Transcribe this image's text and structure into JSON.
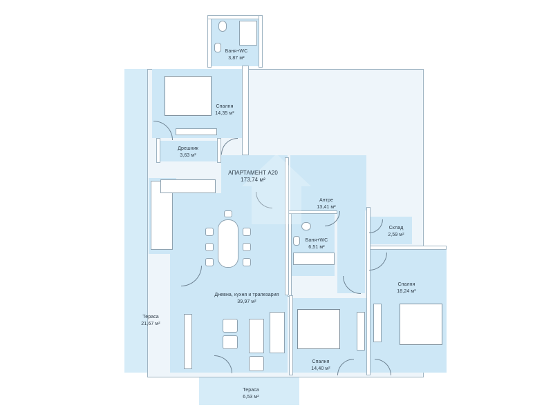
{
  "plan": {
    "title": "АПАРТАМЕНТ А20",
    "total_area": "173,74 м²",
    "colors": {
      "room_fill": "#cde7f6",
      "terrace_fill": "#d6ecf8",
      "wall": "#ffffff",
      "wall_stroke": "#9fb4c2",
      "label": "#2f3c48"
    }
  },
  "rooms": [
    {
      "id": "bath1",
      "name": "Баня+WC",
      "area": "3,87 м²"
    },
    {
      "id": "bedroom1",
      "name": "Спалня",
      "area": "14,35 м²"
    },
    {
      "id": "wardrobe",
      "name": "Дрешник",
      "area": "3,63 м²"
    },
    {
      "id": "hall",
      "name": "Антре",
      "area": "13,41 м²"
    },
    {
      "id": "bath2",
      "name": "Баня+WC",
      "area": "6,51 м²"
    },
    {
      "id": "storage",
      "name": "Склад",
      "area": "2,59 м²"
    },
    {
      "id": "bedroom2",
      "name": "Спалня",
      "area": "18,24 м²"
    },
    {
      "id": "living",
      "name": "Дневна, кухня и трапезария",
      "area": "39,97 м²"
    },
    {
      "id": "terrace1",
      "name": "Тераса",
      "area": "21,67 м²"
    },
    {
      "id": "bedroom3",
      "name": "Спалня",
      "area": "14,40 м²"
    },
    {
      "id": "terrace2",
      "name": "Тераса",
      "area": "6,53 м²"
    }
  ]
}
